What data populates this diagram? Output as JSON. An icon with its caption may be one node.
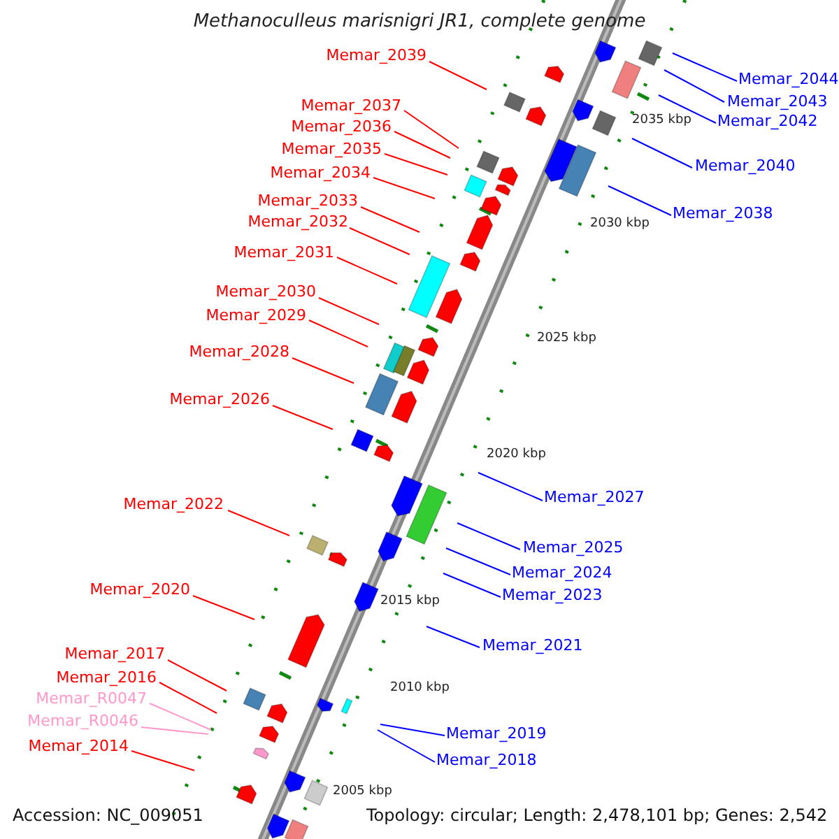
{
  "diagram": {
    "title": "Methanoculleus marisnigri JR1, complete genome",
    "nodes": [
      {
        "text": [
          "Memar_2039"
        ]
      },
      {
        "text": [
          "Memar_2044"
        ]
      },
      {
        "text": [
          "Memar_2043"
        ]
      },
      {
        "text": [
          "Memar_2037"
        ]
      },
      {
        "text": [
          "Memar_2042"
        ]
      },
      {
        "text": [
          "Memar_2036"
        ]
      },
      {
        "text": [
          "Memar_2035"
        ]
      },
      {
        "text": [
          "Memar_2040"
        ]
      },
      {
        "text": [
          "Memar_2034"
        ]
      },
      {
        "text": [
          "Memar_2033"
        ]
      },
      {
        "text": [
          "Memar_2038"
        ]
      },
      {
        "text": [
          "Memar_2032"
        ]
      },
      {
        "text": [
          "Memar_2031"
        ]
      },
      {
        "text": [
          "Memar_2030"
        ]
      },
      {
        "text": [
          "Memar_2029"
        ]
      },
      {
        "text": [
          "Memar_2028"
        ]
      },
      {
        "text": [
          "Memar_2026"
        ]
      },
      {
        "text": [
          "Memar_2027"
        ]
      },
      {
        "text": [
          "Memar_2022"
        ]
      },
      {
        "text": [
          "Memar_2025"
        ]
      },
      {
        "text": [
          "Memar_2024"
        ]
      },
      {
        "text": [
          "Memar_2020"
        ]
      },
      {
        "text": [
          "Memar_2023"
        ]
      },
      {
        "text": [
          "Memar_2021"
        ]
      },
      {
        "text": [
          "Memar_2017"
        ]
      },
      {
        "text": [
          "Memar_2016"
        ]
      },
      {
        "text": [
          "Memar_R0047"
        ]
      },
      {
        "text": [
          "Memar_R0046"
        ]
      },
      {
        "text": [
          "Memar_2019"
        ]
      },
      {
        "text": [
          "Memar_2014"
        ]
      },
      {
        "text": [
          "Memar_2018"
        ]
      }
    ],
    "edges": [
      {
        "from": 0,
        "to": null,
        "arrow": "none"
      },
      {
        "from": 1,
        "to": null,
        "arrow": "none",
        "color": "#0000ff"
      },
      {
        "from": 2,
        "to": null,
        "arrow": "none",
        "color": "#0000ff"
      },
      {
        "from": 3,
        "to": null,
        "arrow": "none"
      },
      {
        "from": 4,
        "to": null,
        "arrow": "none",
        "color": "#0000ff"
      },
      {
        "from": 5,
        "to": null,
        "arrow": "none"
      },
      {
        "from": 6,
        "to": null,
        "arrow": "none"
      },
      {
        "from": 7,
        "to": null,
        "arrow": "none",
        "color": "#0000ff"
      },
      {
        "from": 8,
        "to": null,
        "arrow": "none"
      },
      {
        "from": 9,
        "to": null,
        "arrow": "none"
      },
      {
        "from": 10,
        "to": null,
        "arrow": "none",
        "color": "#0000ff"
      },
      {
        "from": 11,
        "to": null,
        "arrow": "none"
      },
      {
        "from": 12,
        "to": null,
        "arrow": "none"
      },
      {
        "from": 13,
        "to": null,
        "arrow": "none"
      },
      {
        "from": 14,
        "to": null,
        "arrow": "none"
      },
      {
        "from": 15,
        "to": null,
        "arrow": "none"
      },
      {
        "from": 16,
        "to": null,
        "arrow": "none"
      },
      {
        "from": 17,
        "to": null,
        "arrow": "none",
        "color": "#0000ff"
      },
      {
        "from": 18,
        "to": null,
        "arrow": "none"
      },
      {
        "from": 19,
        "to": null,
        "arrow": "none",
        "color": "#0000ff"
      },
      {
        "from": 20,
        "to": null,
        "arrow": "none",
        "color": "#0000ff"
      },
      {
        "from": 21,
        "to": null,
        "arrow": "none"
      },
      {
        "from": 22,
        "to": null,
        "arrow": "none",
        "color": "#0000ff"
      },
      {
        "from": 23,
        "to": null,
        "arrow": "none",
        "color": "#0000ff"
      },
      {
        "from": 24,
        "to": null,
        "arrow": "none"
      },
      {
        "from": 25,
        "to": null,
        "arrow": "none"
      },
      {
        "from": 26,
        "to": null,
        "arrow": "none",
        "color": "#ff99cc"
      },
      {
        "from": 27,
        "to": null,
        "arrow": "none",
        "color": "#ff99cc"
      },
      {
        "from": 28,
        "to": null,
        "arrow": "none",
        "color": "#0000ff"
      },
      {
        "from": 29,
        "to": null,
        "arrow": "none"
      },
      {
        "from": 30,
        "to": null,
        "arrow": "none",
        "color": "#0000ff"
      }
    ],
    "labels": [
      "2035 kbp",
      "2030 kbp",
      "2025 kbp",
      "2020 kbp",
      "2015 kbp",
      "2010 kbp",
      "2005 kbp",
      "Accession: NC_009051",
      "Topology: circular; Length: 2,478,101 bp; Genes: 2,542"
    ]
  }
}
